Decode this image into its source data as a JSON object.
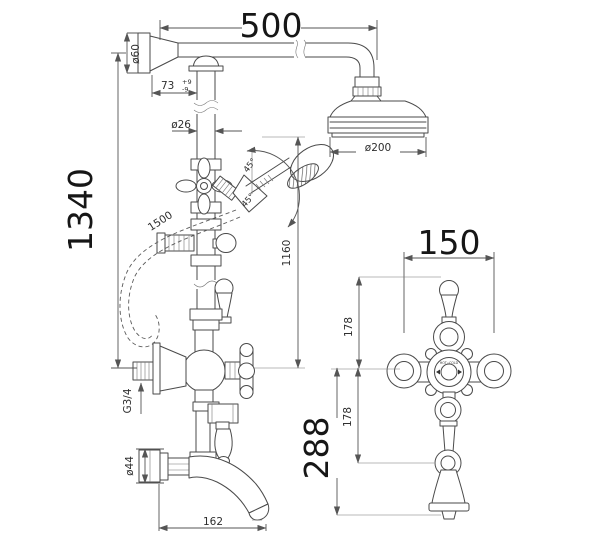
{
  "drawing": {
    "background": "#ffffff",
    "line_color": "#4a4a4a",
    "text_color": "#161616",
    "dimensions": {
      "arm_projection": "500",
      "overall_height": "1340",
      "flange_diameter": "ø60",
      "wall_offset": "73",
      "wall_offset_tol_plus": "+9",
      "wall_offset_tol_minus": "-9",
      "riser_diameter": "ø26",
      "head_diameter": "ø200",
      "hose_length": "1500",
      "riser_height": "1160",
      "cradle_angle_upper": "45°",
      "cradle_angle_lower": "45°",
      "inlet_thread": "G3/4",
      "spout_flange_diameter": "ø44",
      "spout_reach": "162",
      "valve_width": "150",
      "centres_upper": "178",
      "centres_lower": "178",
      "outlet_drop": "288",
      "dial_marking": "HOT△COLD"
    }
  }
}
